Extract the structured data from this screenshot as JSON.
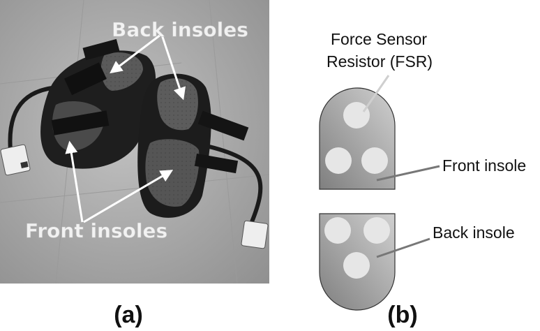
{
  "panel_a": {
    "caption": "(a)",
    "labels": {
      "back_insoles": "Back insoles",
      "front_insoles": "Front insoles"
    }
  },
  "panel_b": {
    "caption": "(b)",
    "labels": {
      "fsr_line1": "Force Sensor",
      "fsr_line2": "Resistor (FSR)",
      "front_insole": "Front insole",
      "back_insole": "Back insole"
    }
  },
  "colors": {
    "insole_gradient_dark": "#7f7f7f",
    "insole_gradient_light": "#d2d2d2",
    "sensor_fill": "#e6e6e6",
    "photo_background": "#a9a9a9"
  }
}
